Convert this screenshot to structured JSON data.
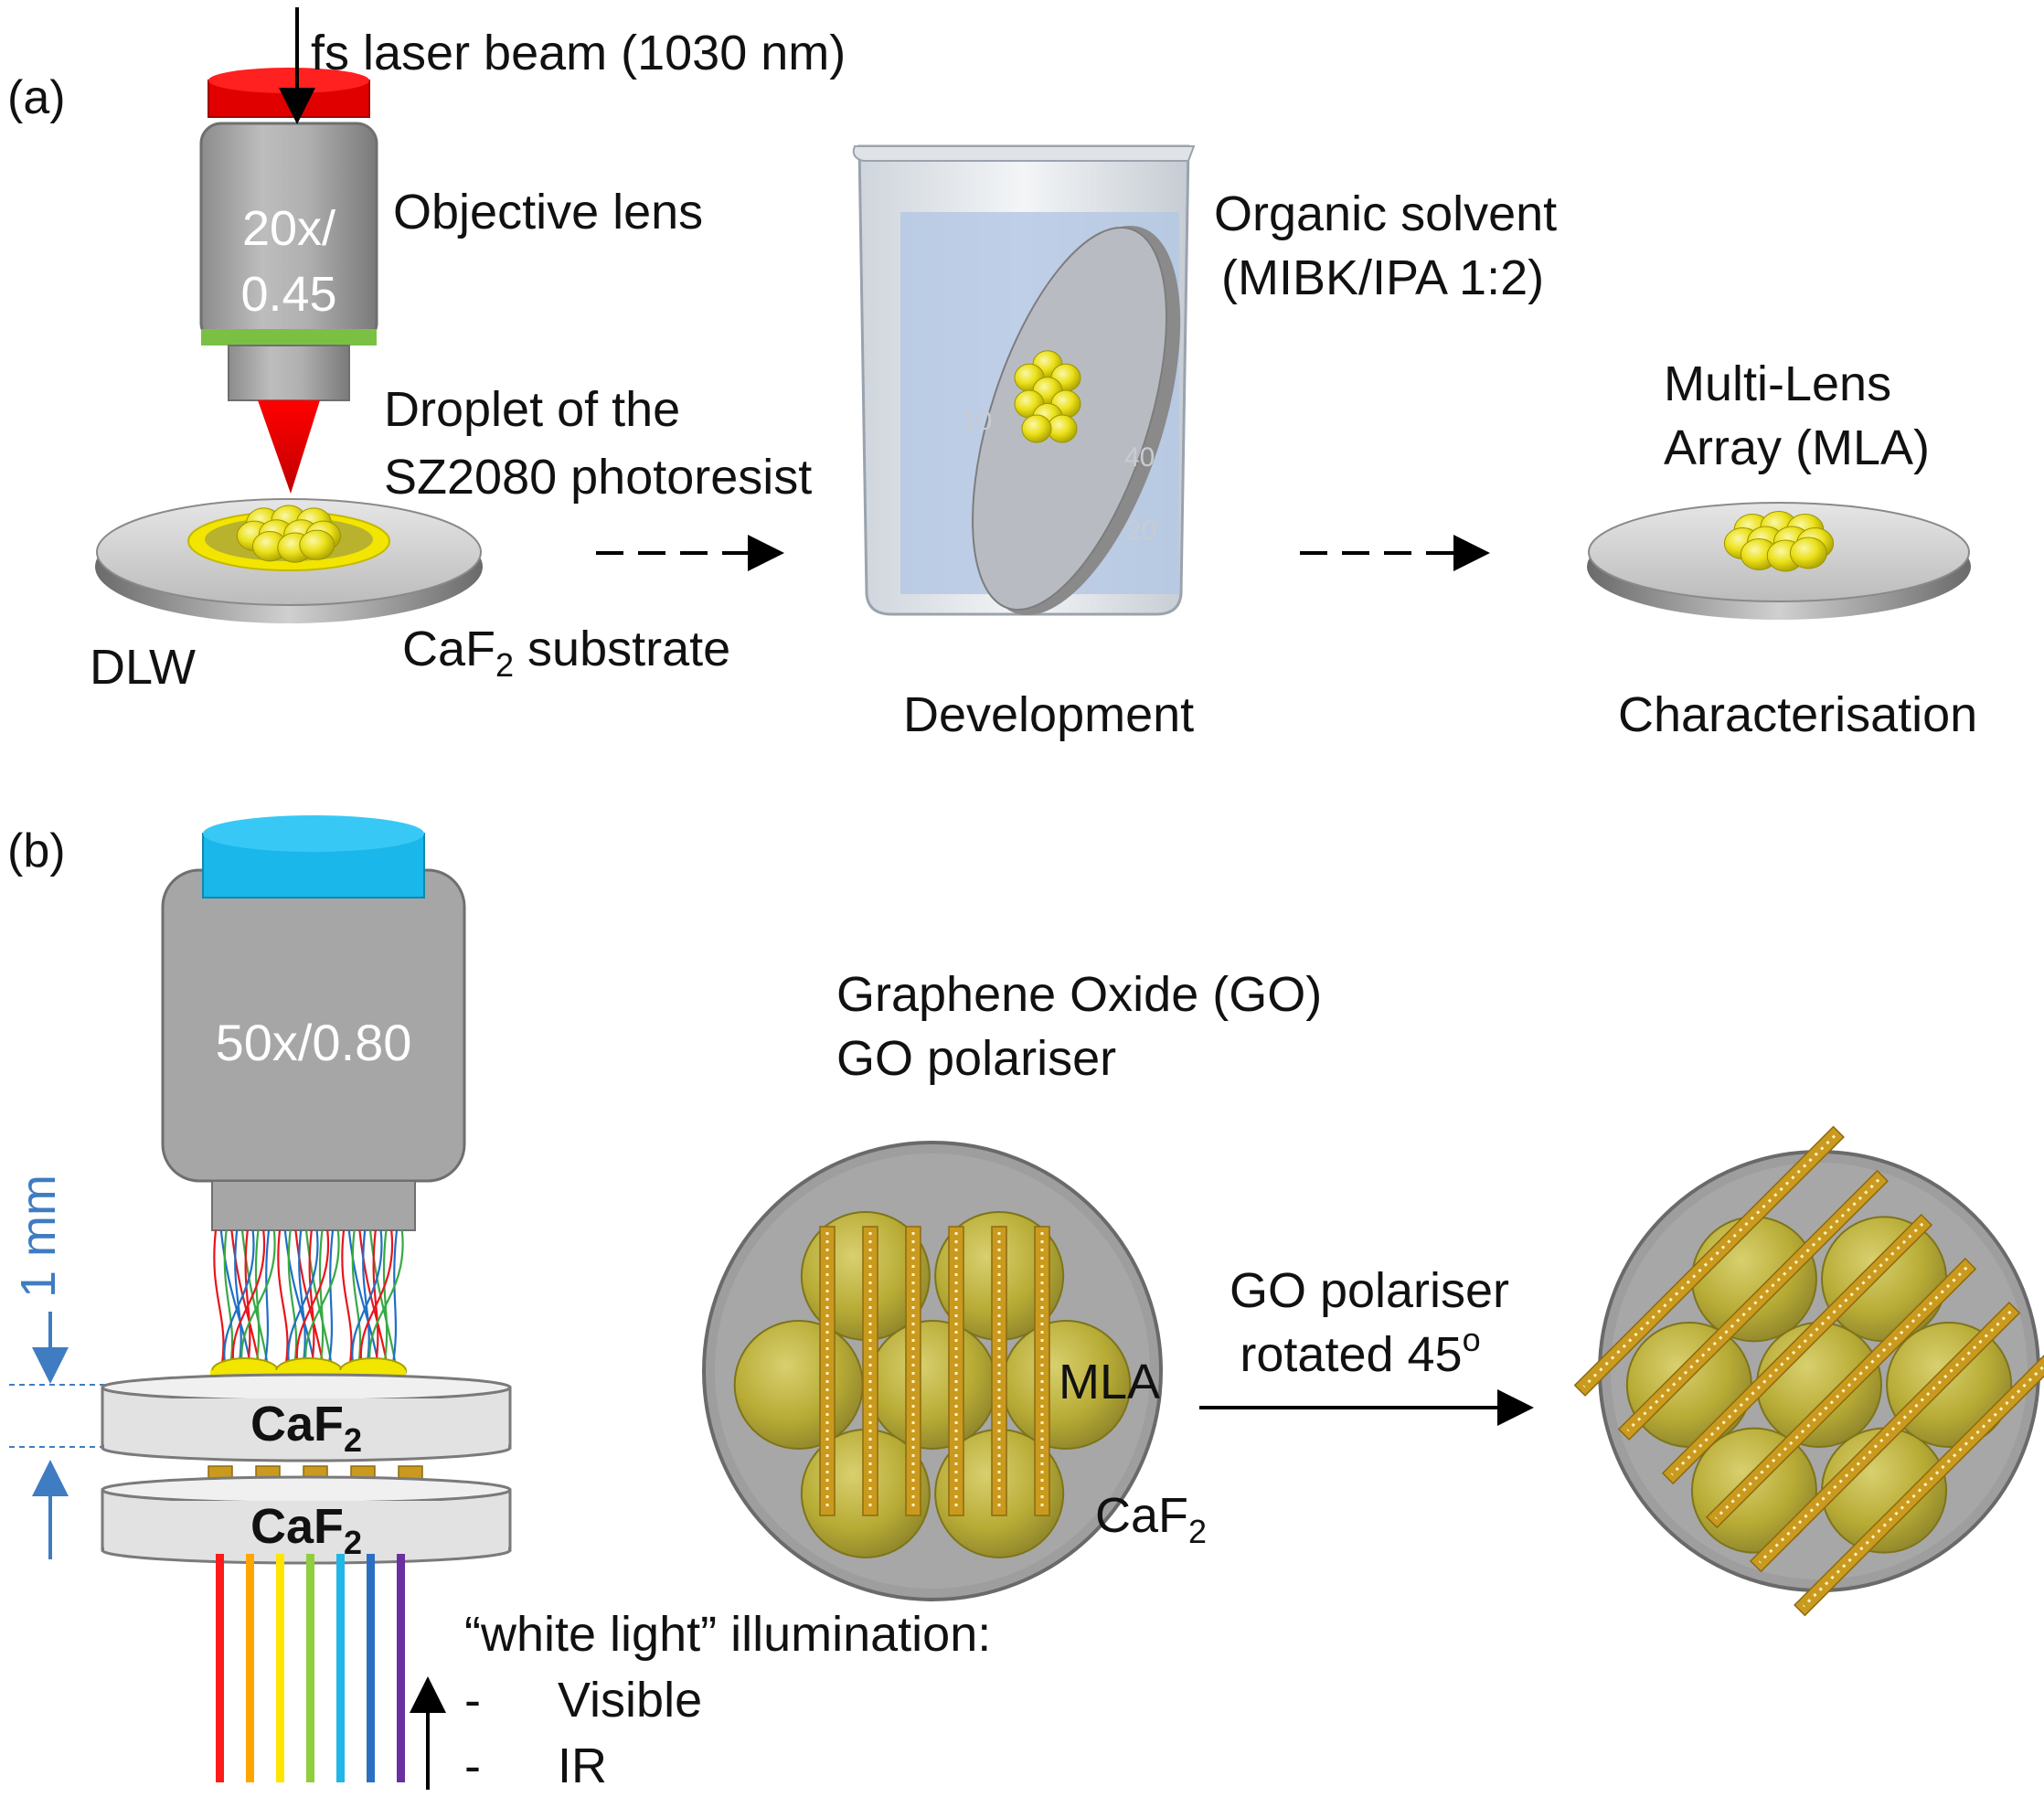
{
  "panel_a": {
    "label": "(a)",
    "laser": "fs laser beam (1030 nm)",
    "objective_mag": "20x/",
    "objective_na": "0.45",
    "objective_label": "Objective lens",
    "droplet_line1": "Droplet of the",
    "droplet_line2": "SZ2080 photoresist",
    "dlw": "DLW",
    "substrate_pre": "CaF",
    "substrate_sub": "2",
    "substrate_post": " substrate",
    "solvent_line1": "Organic solvent",
    "solvent_line2": "(MIBK/IPA 1:2)",
    "beaker_marks": [
      "10",
      "40",
      "20"
    ],
    "development": "Development",
    "mla_line1": "Multi-Lens",
    "mla_line2": "Array (MLA)",
    "characterisation": "Characterisation"
  },
  "panel_b": {
    "label": "(b)",
    "objective": "50x/0.80",
    "distance": "1 mm",
    "caf2_top_pre": "CaF",
    "caf2_top_sub": "2",
    "caf2_bottom_pre": "CaF",
    "caf2_bottom_sub": "2",
    "illumination": "“white light” illumination:",
    "bullet1_dash": "-",
    "bullet1": "Visible",
    "bullet2_dash": "-",
    "bullet2": "IR",
    "go_line1": "Graphene Oxide (GO)",
    "go_line2": "GO polariser",
    "mla": "MLA",
    "caf2_pre": "CaF",
    "caf2_sub": "2",
    "rotated_line1": "GO polariser",
    "rotated_line2_pre": "rotated 45",
    "rotated_line2_sup": "o"
  },
  "colors": {
    "objective_gray": "#a6a6a6",
    "laser_red": "#ff0000",
    "ring_green": "#7ac143",
    "lens_yellow": "#f2e600",
    "polariser_gold": "#c99a1e",
    "dimension_blue": "#3f7cc1",
    "top_cap_blue": "#1ab7ea"
  },
  "rainbow": [
    "#ff1a1a",
    "#ffa500",
    "#ffe400",
    "#8fce3c",
    "#22b5e8",
    "#2a6fc4",
    "#6a2fa0"
  ]
}
